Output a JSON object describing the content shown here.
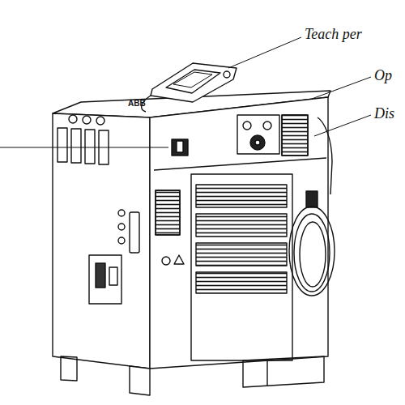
{
  "diagram": {
    "labels": [
      "ABB",
      "Teach per",
      "Op",
      "Dis"
    ]
  }
}
